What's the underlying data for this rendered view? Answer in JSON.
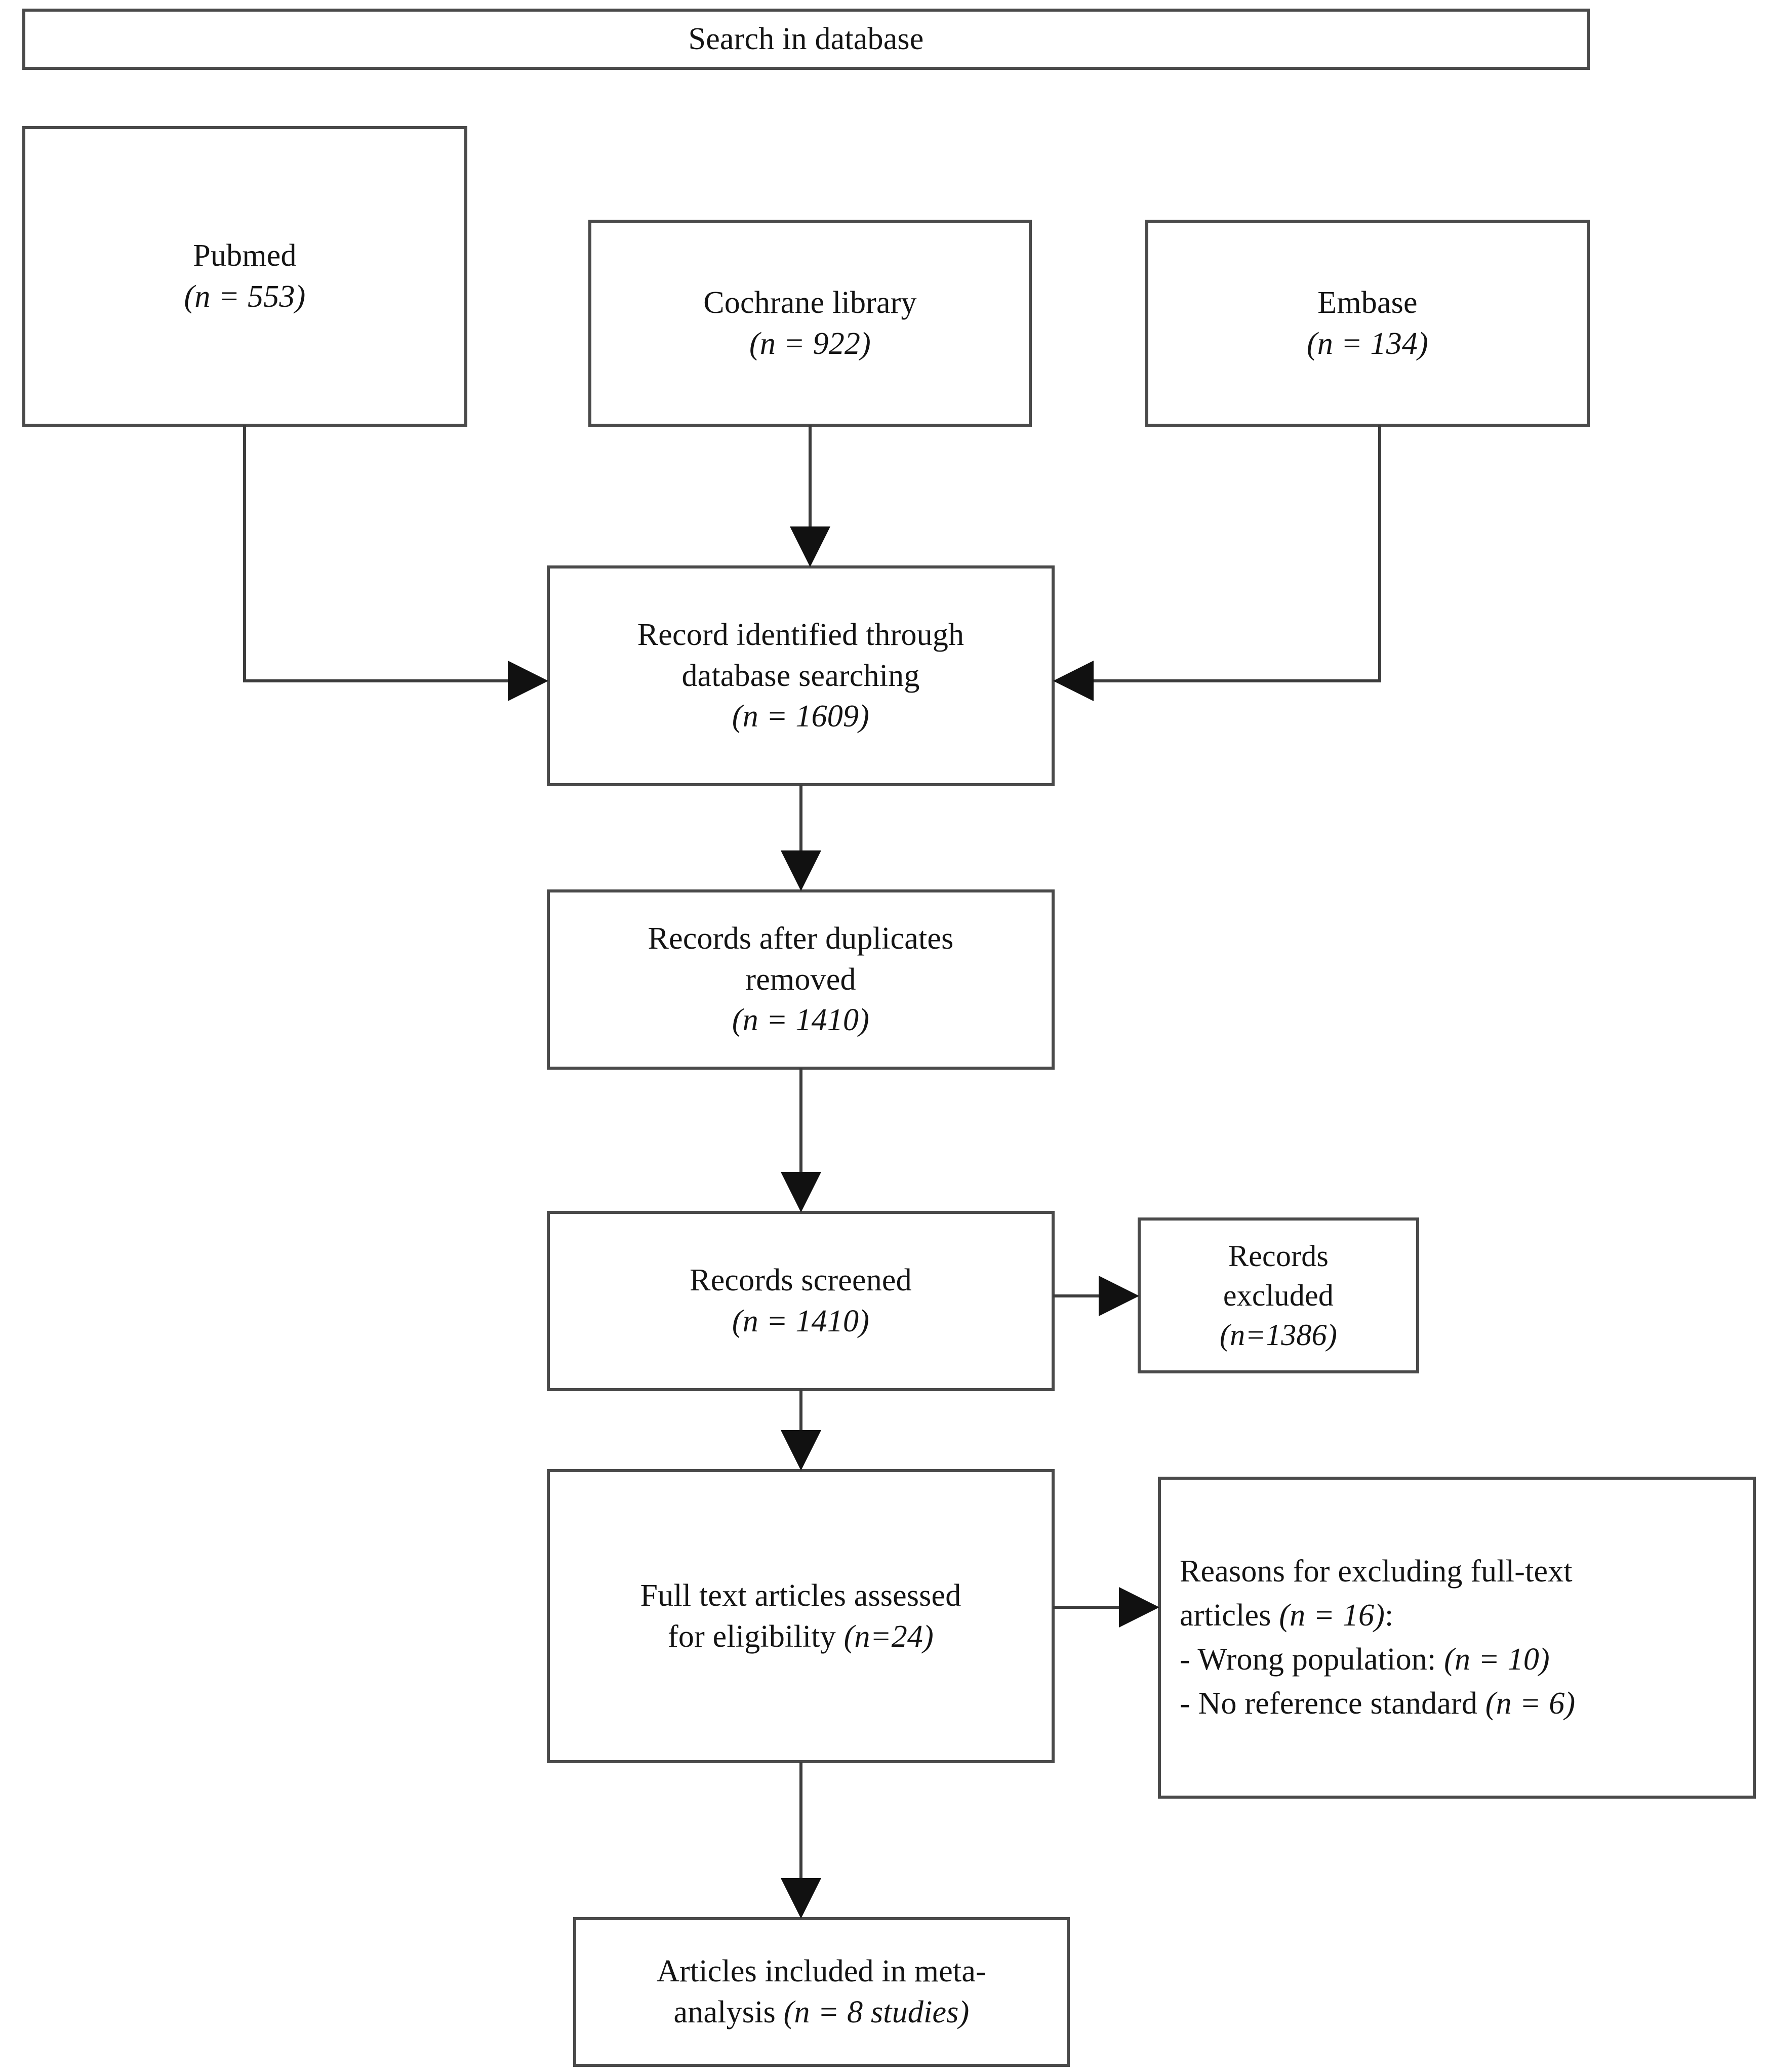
{
  "figure": {
    "type": "prisma-flow-diagram",
    "title": "Search in database"
  },
  "colors": {
    "box_border": "#4a4a4a",
    "connector": "#3c3c3c",
    "arrowhead": "#111111",
    "background": "#ffffff",
    "text": "#141414"
  },
  "nodes": {
    "search_header": {
      "label": "Search in database"
    },
    "source_pubmed": {
      "label": "Pubmed",
      "count": "(n = 553)"
    },
    "source_cochrane": {
      "label": "Cochrane library",
      "count": "(n = 922)"
    },
    "source_embase": {
      "label": "Embase",
      "count": "(n = 134)"
    },
    "records_identified": {
      "line1": "Record identified through",
      "line2": "database searching",
      "count": "(n = 1609)"
    },
    "records_dedup": {
      "line1": "Records after duplicates",
      "line2": "removed",
      "count": "(n = 1410)"
    },
    "records_screened": {
      "line1": "Records screened",
      "count": "(n = 1410)"
    },
    "records_excluded": {
      "line1": "Records",
      "line2": "excluded",
      "count": "(n=1386)"
    },
    "fulltext_assessed": {
      "line1": "Full text articles assessed",
      "line2_plain": "for eligibility ",
      "line2_count": "(n=24)"
    },
    "exclusion_reasons": {
      "line1_plain": "Reasons for excluding full-text",
      "line2_plain": "articles ",
      "line2_count": "(n = 16)",
      "line2_tail": ":",
      "line3_plain": "- Wrong population:  ",
      "line3_count": "(n = 10)",
      "line4_plain": "- No reference standard ",
      "line4_count": "(n = 6)"
    },
    "articles_included": {
      "line1": "Articles included in meta-",
      "line2_plain": "analysis ",
      "line2_count": "(n = 8 studies)"
    }
  },
  "chart_data": {
    "type": "diagram",
    "title": "PRISMA study selection flow diagram",
    "stages": [
      {
        "id": "search_header",
        "label": "Search in database",
        "n": null
      },
      {
        "id": "source_pubmed",
        "label": "Pubmed",
        "n": 553
      },
      {
        "id": "source_cochrane",
        "label": "Cochrane library",
        "n": 922
      },
      {
        "id": "source_embase",
        "label": "Embase",
        "n": 134
      },
      {
        "id": "records_identified",
        "label": "Record identified through database searching",
        "n": 1609
      },
      {
        "id": "records_dedup",
        "label": "Records after duplicates removed",
        "n": 1410
      },
      {
        "id": "records_screened",
        "label": "Records screened",
        "n": 1410
      },
      {
        "id": "records_excluded",
        "label": "Records excluded",
        "n": 1386
      },
      {
        "id": "fulltext_assessed",
        "label": "Full text articles assessed for eligibility",
        "n": 24
      },
      {
        "id": "exclusion_reasons",
        "label": "Reasons for excluding full-text articles",
        "n": 16
      },
      {
        "id": "articles_included",
        "label": "Articles included in meta-analysis",
        "n": 8
      }
    ],
    "exclusion_breakdown": [
      {
        "reason": "Wrong population",
        "n": 10
      },
      {
        "reason": "No reference standard",
        "n": 6
      }
    ],
    "edges": [
      {
        "from": "source_pubmed",
        "to": "records_identified",
        "style": "elbow-right"
      },
      {
        "from": "source_cochrane",
        "to": "records_identified",
        "style": "straight-down"
      },
      {
        "from": "source_embase",
        "to": "records_identified",
        "style": "elbow-left"
      },
      {
        "from": "records_identified",
        "to": "records_dedup",
        "style": "straight-down"
      },
      {
        "from": "records_dedup",
        "to": "records_screened",
        "style": "straight-down"
      },
      {
        "from": "records_screened",
        "to": "records_excluded",
        "style": "straight-right"
      },
      {
        "from": "records_screened",
        "to": "fulltext_assessed",
        "style": "straight-down"
      },
      {
        "from": "fulltext_assessed",
        "to": "exclusion_reasons",
        "style": "straight-right"
      },
      {
        "from": "fulltext_assessed",
        "to": "articles_included",
        "style": "straight-down"
      }
    ]
  }
}
